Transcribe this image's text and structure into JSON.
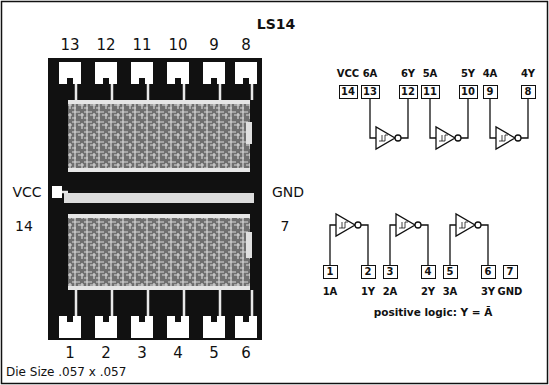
{
  "diagram": {
    "title": "LS14",
    "caption": "Die Size .057 x .057",
    "nodes": [
      {
        "text": [
          "14"
        ]
      },
      {
        "text": [
          "13"
        ]
      },
      {
        "text": [
          "12"
        ]
      },
      {
        "text": [
          "11"
        ]
      },
      {
        "text": [
          "10"
        ]
      },
      {
        "text": [
          "9"
        ]
      },
      {
        "text": [
          "8"
        ]
      },
      {
        "text": [
          "1"
        ]
      },
      {
        "text": [
          "2"
        ]
      },
      {
        "text": [
          "3"
        ]
      },
      {
        "text": [
          "4"
        ]
      },
      {
        "text": [
          "5"
        ]
      },
      {
        "text": [
          "6"
        ]
      },
      {
        "text": [
          "7"
        ]
      }
    ],
    "labels": [
      "13",
      "12",
      "11",
      "10",
      "9",
      "8",
      "VCC",
      "14",
      "GND",
      "7",
      "1",
      "2",
      "3",
      "4",
      "5",
      "6",
      "VCC",
      "6A",
      "6Y",
      "5A",
      "5Y",
      "4A",
      "4Y",
      "1A",
      "1Y",
      "2A",
      "2Y",
      "3A",
      "3Y",
      "GND",
      "positive logic: Y = Ā"
    ]
  }
}
